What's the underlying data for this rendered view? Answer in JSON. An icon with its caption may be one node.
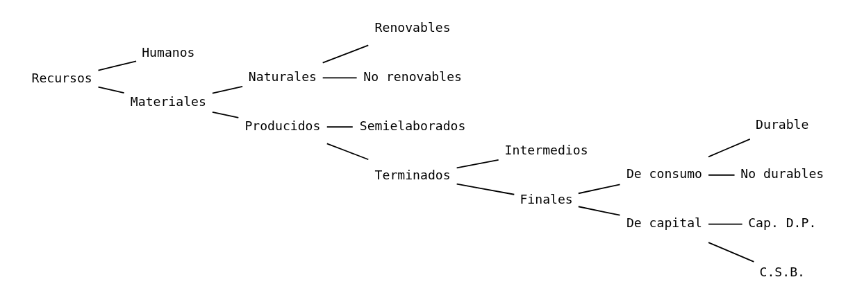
{
  "diagram": {
    "nodes": [
      {
        "text": [
          "Recursos"
        ]
      },
      {
        "text": [
          "Humanos"
        ]
      },
      {
        "text": [
          "Materiales"
        ]
      },
      {
        "text": [
          "Naturales"
        ]
      },
      {
        "text": [
          "Producidos"
        ]
      },
      {
        "text": [
          "Renovables"
        ]
      },
      {
        "text": [
          "No renovables"
        ]
      },
      {
        "text": [
          "Semielaborados"
        ]
      },
      {
        "text": [
          "Terminados"
        ]
      },
      {
        "text": [
          "Intermedios"
        ]
      },
      {
        "text": [
          "Finales"
        ]
      },
      {
        "text": [
          "De consumo"
        ]
      },
      {
        "text": [
          "De capital"
        ]
      },
      {
        "text": [
          "Durable"
        ]
      },
      {
        "text": [
          "No durables"
        ]
      },
      {
        "text": [
          "Cap. D.P."
        ]
      },
      {
        "text": [
          "C.S.B."
        ]
      }
    ],
    "edges": [
      {
        "from": 0,
        "to": 1,
        "arrow": "none"
      },
      {
        "from": 0,
        "to": 2,
        "arrow": "none"
      },
      {
        "from": 2,
        "to": 3,
        "arrow": "none"
      },
      {
        "from": 2,
        "to": 4,
        "arrow": "none"
      },
      {
        "from": 3,
        "to": 5,
        "arrow": "none"
      },
      {
        "from": 3,
        "to": 6,
        "arrow": "none"
      },
      {
        "from": 4,
        "to": 7,
        "arrow": "none"
      },
      {
        "from": 4,
        "to": 8,
        "arrow": "none"
      },
      {
        "from": 8,
        "to": 9,
        "arrow": "none"
      },
      {
        "from": 8,
        "to": 10,
        "arrow": "none"
      },
      {
        "from": 10,
        "to": 11,
        "arrow": "none"
      },
      {
        "from": 10,
        "to": 12,
        "arrow": "none"
      },
      {
        "from": 11,
        "to": 13,
        "arrow": "none"
      },
      {
        "from": 11,
        "to": 14,
        "arrow": "none"
      },
      {
        "from": 12,
        "to": 15,
        "arrow": "none"
      },
      {
        "from": 12,
        "to": 16,
        "arrow": "none"
      }
    ]
  }
}
